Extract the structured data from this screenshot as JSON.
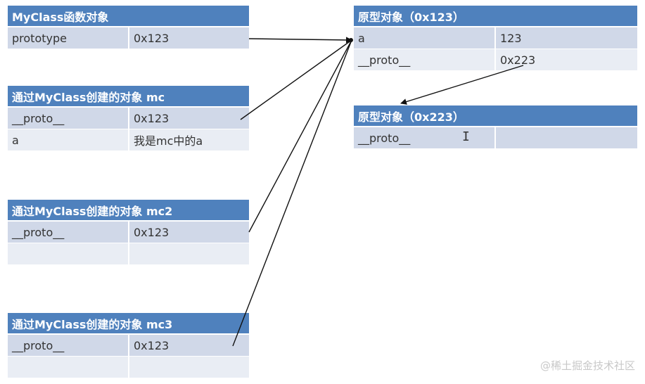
{
  "function_object": {
    "title": "MyClass函数对象",
    "rows": [
      {
        "key": "prototype",
        "value": "0x123"
      }
    ]
  },
  "instance_mc": {
    "title": "通过MyClass创建的对象 mc",
    "rows": [
      {
        "key": "__proto__",
        "value": "0x123"
      },
      {
        "key": "a",
        "value": "我是mc中的a"
      }
    ]
  },
  "instance_mc2": {
    "title": "通过MyClass创建的对象 mc2",
    "rows": [
      {
        "key": "__proto__",
        "value": "0x123"
      },
      {
        "key": "",
        "value": ""
      }
    ]
  },
  "instance_mc3": {
    "title": "通过MyClass创建的对象 mc3",
    "rows": [
      {
        "key": "__proto__",
        "value": "0x123"
      },
      {
        "key": "",
        "value": ""
      }
    ]
  },
  "prototype_0x123": {
    "title": "原型对象（0x123）",
    "rows": [
      {
        "key": "a",
        "value": "123"
      },
      {
        "key": "__proto__",
        "value": "0x223"
      }
    ]
  },
  "prototype_0x223": {
    "title": "原型对象（0x223）",
    "rows": [
      {
        "key": "__proto__",
        "value": ""
      }
    ]
  },
  "cursor_icon": "text-cursor-icon",
  "cursor_glyph": "I",
  "watermark": "@稀土掘金技术社区"
}
